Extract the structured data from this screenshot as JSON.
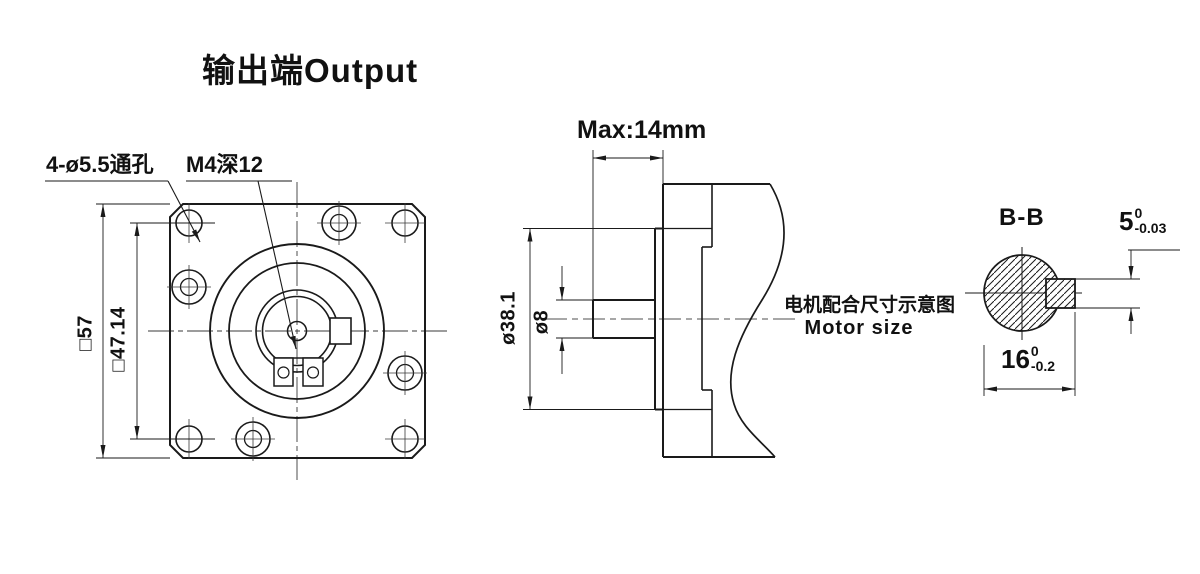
{
  "title": "输出端Output",
  "front_view": {
    "label_through_holes": "4-ø5.5通孔",
    "label_tapped_hole": "M4深12",
    "dim_outer_square": "□57",
    "dim_bolt_square": "□47.14"
  },
  "side_view": {
    "dim_max_shaft_length": "Max:14mm",
    "dim_pilot_diameter": "ø38.1",
    "dim_shaft_diameter": "ø8",
    "note_cn": "电机配合尺寸示意图",
    "note_en": "Motor size"
  },
  "section_view": {
    "label": "B-B",
    "dim_key_width": {
      "nominal": "5",
      "upper": "0",
      "lower": "-0.03"
    },
    "dim_key_span": {
      "nominal": "16",
      "upper": "0",
      "lower": "-0.2"
    }
  },
  "colors": {
    "line": "#1a1a1a",
    "centerline": "#8a8a8a",
    "background": "#ffffff"
  }
}
